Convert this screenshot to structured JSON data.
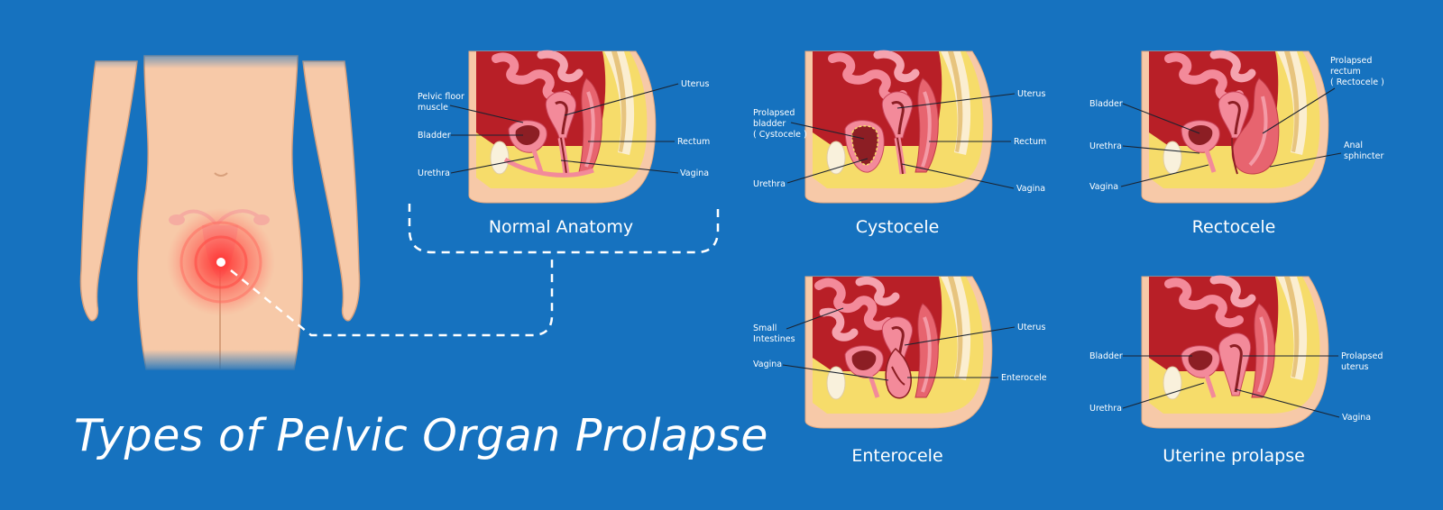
{
  "title": "Types of Pelvic Organ Prolapse",
  "colors": {
    "background": "#1672bf",
    "skin": "#f7c9a8",
    "fat": "#f6dc6a",
    "organ_pink": "#f38a9a",
    "organ_dark": "#8c1e24",
    "cavity": "#b81f27"
  },
  "panels": {
    "normal": {
      "caption": "Normal Anatomy",
      "labels": {
        "pelvic_floor": [
          "Pelvic floor",
          "muscle"
        ],
        "bladder": "Bladder",
        "urethra": "Urethra",
        "uterus": "Uterus",
        "rectum": "Rectum",
        "vagina": "Vagina"
      }
    },
    "cystocele": {
      "caption": "Cystocele",
      "labels": {
        "prolapsed_bladder": [
          "Prolapsed",
          "bladder",
          "( Cystocele )"
        ],
        "urethra": "Urethra",
        "uterus": "Uterus",
        "rectum": "Rectum",
        "vagina": "Vagina"
      }
    },
    "rectocele": {
      "caption": "Rectocele",
      "labels": {
        "bladder": "Bladder",
        "urethra": "Urethra",
        "vagina": "Vagina",
        "prolapsed_rectum": [
          "Prolapsed",
          "rectum",
          "( Rectocele )"
        ],
        "anal_sphincter": [
          "Anal",
          "sphincter"
        ]
      }
    },
    "enterocele": {
      "caption": "Enterocele",
      "labels": {
        "small_intestines": [
          "Small",
          "Intestines"
        ],
        "vagina": "Vagina",
        "uterus": "Uterus",
        "enterocele": "Enterocele"
      }
    },
    "uterine": {
      "caption": "Uterine prolapse",
      "labels": {
        "bladder": "Bladder",
        "urethra": "Urethra",
        "prolapsed_uterus": [
          "Prolapsed",
          "uterus"
        ],
        "vagina": "Vagina"
      }
    }
  }
}
